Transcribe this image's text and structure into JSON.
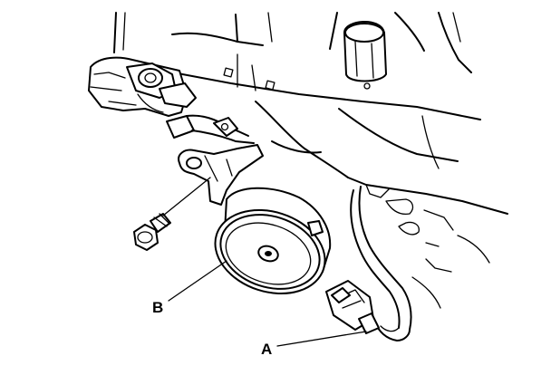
{
  "callouts": {
    "a": {
      "letter": "A",
      "target": "horn-connector"
    },
    "b": {
      "letter": "B",
      "target": "horn"
    }
  }
}
